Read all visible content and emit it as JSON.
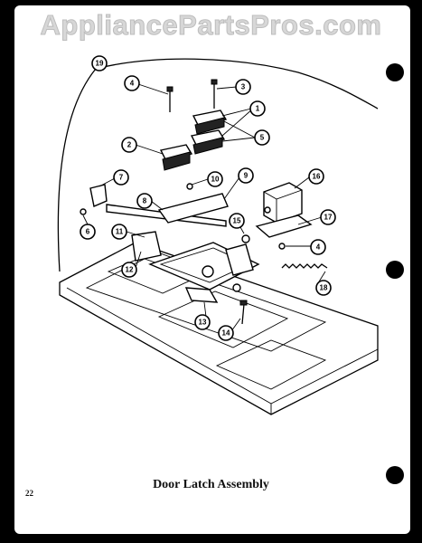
{
  "watermark": "AppliancePartsPros.com",
  "caption": "Door Latch Assembly",
  "page_number": "22",
  "callouts": [
    {
      "id": "c19",
      "label": "19"
    },
    {
      "id": "c4a",
      "label": "4"
    },
    {
      "id": "c3",
      "label": "3"
    },
    {
      "id": "c1",
      "label": "1"
    },
    {
      "id": "c5",
      "label": "5"
    },
    {
      "id": "c2",
      "label": "2"
    },
    {
      "id": "c7",
      "label": "7"
    },
    {
      "id": "c10",
      "label": "10"
    },
    {
      "id": "c9",
      "label": "9"
    },
    {
      "id": "c16",
      "label": "16"
    },
    {
      "id": "c8",
      "label": "8"
    },
    {
      "id": "c6",
      "label": "6"
    },
    {
      "id": "c11",
      "label": "11"
    },
    {
      "id": "c15",
      "label": "15"
    },
    {
      "id": "c17",
      "label": "17"
    },
    {
      "id": "c4b",
      "label": "4"
    },
    {
      "id": "c12",
      "label": "12"
    },
    {
      "id": "c18",
      "label": "18"
    },
    {
      "id": "c13",
      "label": "13"
    },
    {
      "id": "c14",
      "label": "14"
    }
  ]
}
